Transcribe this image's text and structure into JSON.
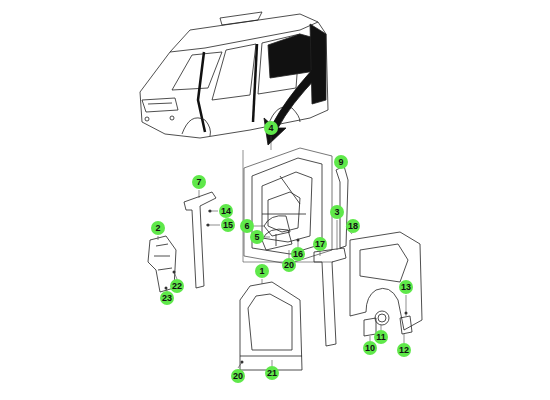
{
  "diagram": {
    "labels": [
      "4",
      "9",
      "7",
      "14",
      "15",
      "6",
      "5",
      "16",
      "20",
      "3",
      "18",
      "17",
      "2",
      "22",
      "23",
      "1",
      "13",
      "11",
      "10",
      "12",
      "20",
      "21"
    ]
  }
}
